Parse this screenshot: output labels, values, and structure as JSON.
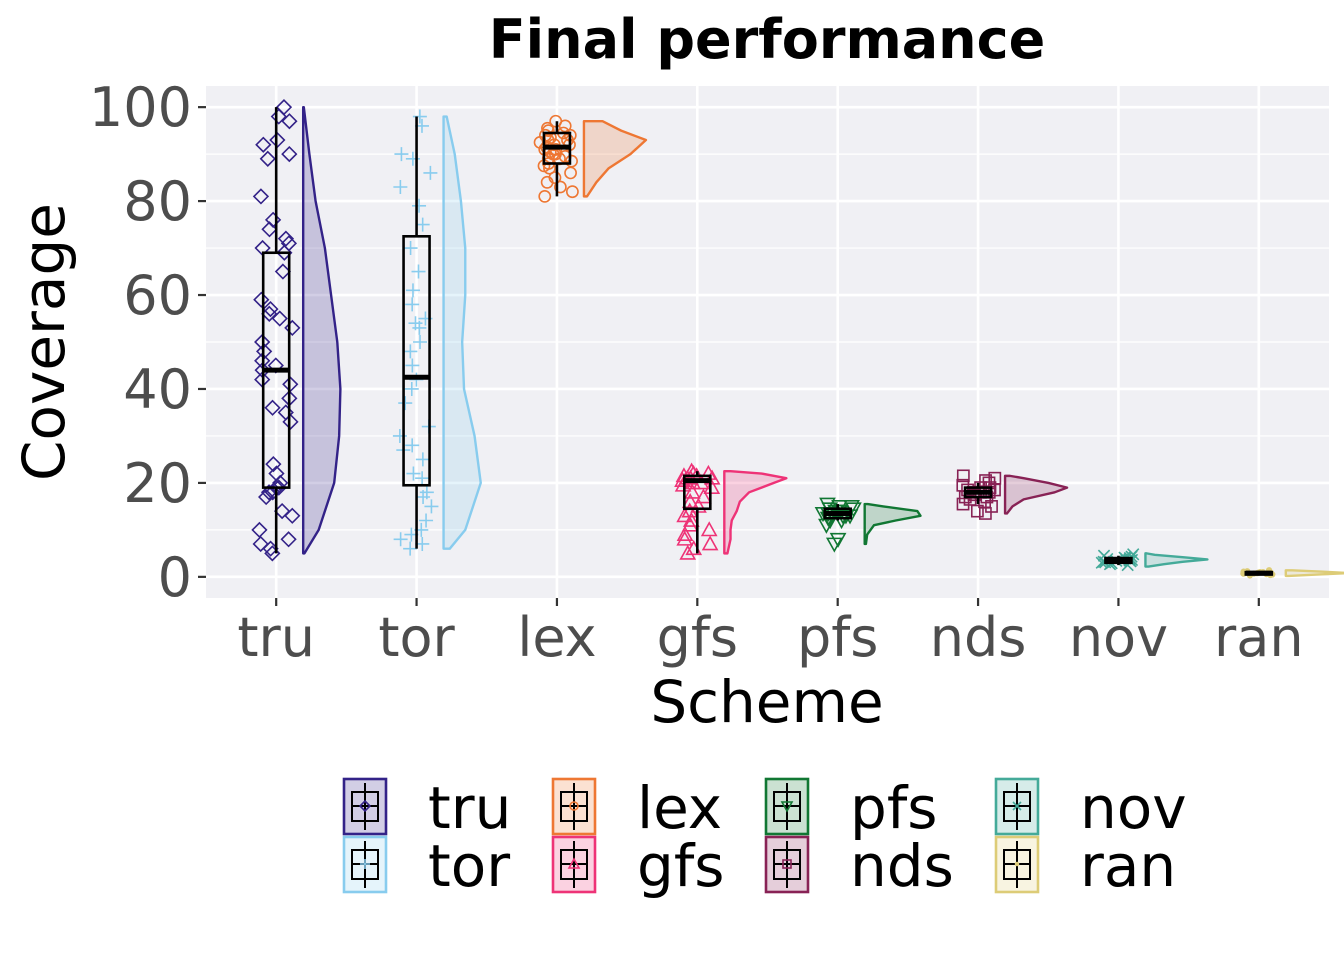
{
  "chart_data": {
    "type": "raincloud",
    "title": "Final performance",
    "xlabel": "Scheme",
    "ylabel": "Coverage",
    "ylim": [
      -4.5,
      104.5
    ],
    "yticks": [
      0,
      20,
      40,
      60,
      80,
      100
    ],
    "grid": true,
    "legend_position": "bottom",
    "categories": [
      "tru",
      "tor",
      "lex",
      "gfs",
      "pfs",
      "nds",
      "nov",
      "ran"
    ],
    "series": [
      {
        "name": "tru",
        "color": "#332288",
        "marker": "diamond",
        "box": {
          "min": 5,
          "q1": 19,
          "median": 44,
          "q3": 69,
          "max": 100
        },
        "density": [
          [
            5,
            0.02
          ],
          [
            10,
            0.25
          ],
          [
            20,
            0.5
          ],
          [
            30,
            0.58
          ],
          [
            40,
            0.6
          ],
          [
            50,
            0.55
          ],
          [
            60,
            0.45
          ],
          [
            70,
            0.35
          ],
          [
            80,
            0.2
          ],
          [
            90,
            0.1
          ],
          [
            100,
            0.01
          ]
        ],
        "points": [
          100,
          98,
          97,
          93,
          92,
          90,
          89,
          81,
          76,
          74,
          72,
          71,
          70,
          69,
          65,
          59,
          57,
          56,
          55,
          53,
          50,
          48,
          46,
          45,
          44,
          42,
          41,
          38,
          36,
          35,
          33,
          24,
          22,
          20,
          19,
          19,
          18,
          18,
          17,
          14,
          13,
          10,
          8,
          7,
          6,
          5
        ]
      },
      {
        "name": "tor",
        "color": "#88CCEE",
        "marker": "plus",
        "box": {
          "min": 6,
          "q1": 19.5,
          "median": 42.5,
          "q3": 72.5,
          "max": 98
        },
        "density": [
          [
            6,
            0.1
          ],
          [
            10,
            0.35
          ],
          [
            20,
            0.6
          ],
          [
            30,
            0.5
          ],
          [
            40,
            0.33
          ],
          [
            50,
            0.3
          ],
          [
            60,
            0.35
          ],
          [
            70,
            0.35
          ],
          [
            80,
            0.28
          ],
          [
            90,
            0.18
          ],
          [
            98,
            0.05
          ]
        ],
        "points": [
          98,
          96,
          90,
          89,
          86,
          83,
          79,
          75,
          70,
          65,
          61,
          58,
          55,
          54,
          53,
          50,
          48,
          45,
          42,
          40,
          37,
          32,
          30,
          28,
          27,
          25,
          22,
          21,
          18,
          17,
          15,
          12,
          10,
          9,
          8,
          7,
          6
        ]
      },
      {
        "name": "lex",
        "color": "#EE7733",
        "marker": "circle",
        "box": {
          "min": 81,
          "q1": 88,
          "median": 91.5,
          "q3": 94.5,
          "max": 97
        },
        "density": [
          [
            81,
            0.05
          ],
          [
            84,
            0.2
          ],
          [
            87,
            0.4
          ],
          [
            90,
            0.75
          ],
          [
            93,
            1.0
          ],
          [
            95,
            0.6
          ],
          [
            97,
            0.3
          ]
        ],
        "points": [
          97,
          96,
          95.5,
          95,
          94.5,
          94,
          94,
          93.5,
          93,
          93,
          92.5,
          92,
          92,
          91.5,
          91,
          91,
          90.5,
          90,
          90,
          89.5,
          89,
          89,
          88.5,
          88,
          87.5,
          87,
          86,
          85,
          84,
          83,
          82,
          81
        ]
      },
      {
        "name": "gfs",
        "color": "#EE3377",
        "marker": "triangle",
        "box": {
          "min": 5,
          "q1": 14.5,
          "median": 20.5,
          "q3": 21.5,
          "max": 22.5
        },
        "density": [
          [
            5,
            0.05
          ],
          [
            8,
            0.1
          ],
          [
            10,
            0.1
          ],
          [
            12,
            0.12
          ],
          [
            14,
            0.2
          ],
          [
            16,
            0.25
          ],
          [
            18,
            0.4
          ],
          [
            20,
            0.8
          ],
          [
            21,
            1.0
          ],
          [
            22,
            0.6
          ],
          [
            22.5,
            0.1
          ]
        ],
        "points": [
          22.5,
          22,
          22,
          21.5,
          21.5,
          21,
          21,
          21,
          20.5,
          20.5,
          20,
          20,
          19.5,
          19,
          18,
          17,
          16,
          15,
          14,
          13,
          12,
          11,
          10,
          9,
          8,
          7,
          6,
          5
        ]
      },
      {
        "name": "pfs",
        "color": "#117733",
        "marker": "triangle-down",
        "box": {
          "min": 12,
          "q1": 12.5,
          "median": 13.5,
          "q3": 14.5,
          "max": 15.5
        },
        "density": [
          [
            7,
            0.02
          ],
          [
            9,
            0.04
          ],
          [
            11,
            0.15
          ],
          [
            12,
            0.5
          ],
          [
            13,
            0.9
          ],
          [
            14,
            0.85
          ],
          [
            15,
            0.3
          ],
          [
            15.5,
            0.05
          ]
        ],
        "points": [
          15.5,
          15,
          15,
          14.5,
          14.5,
          14,
          14,
          14,
          13.5,
          13.5,
          13.5,
          13,
          13,
          13,
          12.5,
          12.5,
          12,
          12,
          11,
          8,
          7
        ]
      },
      {
        "name": "nds",
        "color": "#882255",
        "marker": "square",
        "box": {
          "min": 15.5,
          "q1": 17,
          "median": 18,
          "q3": 19,
          "max": 20
        },
        "density": [
          [
            13.5,
            0.03
          ],
          [
            15,
            0.12
          ],
          [
            16.5,
            0.3
          ],
          [
            18,
            0.8
          ],
          [
            19,
            1.0
          ],
          [
            20,
            0.7
          ],
          [
            21,
            0.3
          ],
          [
            21.5,
            0.08
          ]
        ],
        "points": [
          21.5,
          21,
          20.5,
          20,
          19.5,
          19,
          19,
          18.5,
          18.5,
          18,
          18,
          18,
          17.5,
          17.5,
          17,
          17,
          16.5,
          16,
          15.5,
          15,
          14,
          13.5
        ]
      },
      {
        "name": "nov",
        "color": "#44AA99",
        "marker": "x",
        "box": {
          "min": 2.5,
          "q1": 3,
          "median": 3.5,
          "q3": 4,
          "max": 4.5
        },
        "density": [
          [
            2.2,
            0.05
          ],
          [
            2.7,
            0.3
          ],
          [
            3.2,
            0.6
          ],
          [
            3.7,
            1.0
          ],
          [
            4.2,
            0.6
          ],
          [
            4.7,
            0.15
          ],
          [
            5.0,
            0.02
          ]
        ],
        "points": [
          4.8,
          4.5,
          4.3,
          4.1,
          4,
          3.9,
          3.8,
          3.7,
          3.6,
          3.5,
          3.4,
          3.3,
          3.2,
          3.1,
          3,
          2.9,
          2.7,
          2.5
        ]
      },
      {
        "name": "ran",
        "color": "#DDCC77",
        "marker": "dot",
        "box": {
          "min": 0.3,
          "q1": 0.5,
          "median": 0.8,
          "q3": 1.0,
          "max": 1.3
        },
        "density": [
          [
            0.2,
            0.05
          ],
          [
            0.5,
            0.5
          ],
          [
            0.8,
            1.0
          ],
          [
            1.1,
            0.6
          ],
          [
            1.4,
            0.1
          ]
        ],
        "points": [
          1.4,
          1.2,
          1.1,
          1,
          1,
          0.9,
          0.9,
          0.8,
          0.8,
          0.8,
          0.7,
          0.7,
          0.6,
          0.6,
          0.5,
          0.4,
          0.3
        ]
      }
    ]
  }
}
